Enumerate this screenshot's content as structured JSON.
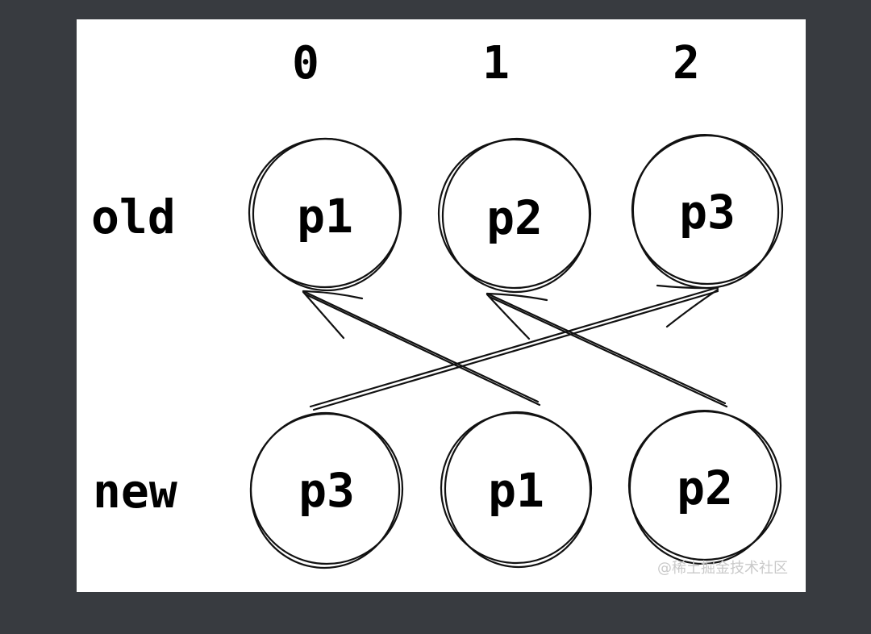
{
  "diagram": {
    "indices": [
      "0",
      "1",
      "2"
    ],
    "rows": [
      {
        "label": "old",
        "nodes": [
          "p1",
          "p2",
          "p3"
        ]
      },
      {
        "label": "new",
        "nodes": [
          "p3",
          "p1",
          "p2"
        ]
      }
    ],
    "watermark": "@稀土掘金技术社区"
  }
}
